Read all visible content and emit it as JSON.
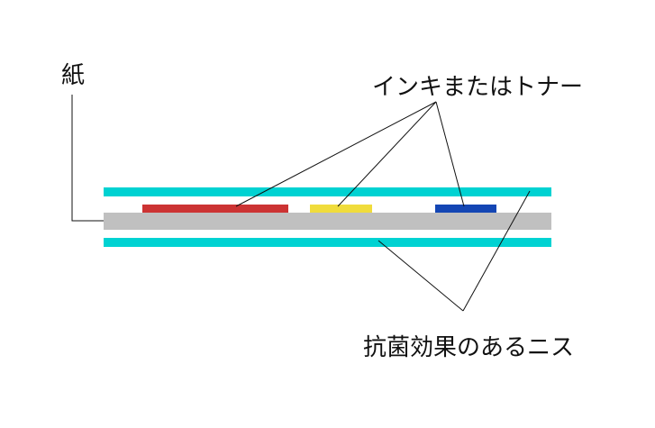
{
  "labels": {
    "paper": "紙",
    "ink_toner": "インキまたはトナー",
    "antibacterial_varnish": "抗菌効果のあるニス"
  },
  "colors": {
    "background": "#ffffff",
    "varnish": "#00d2d2",
    "paper": "#c0c0c0",
    "ink_red": "#cc3333",
    "ink_yellow": "#f0dc3c",
    "ink_blue": "#1446b4",
    "line": "#111111"
  }
}
